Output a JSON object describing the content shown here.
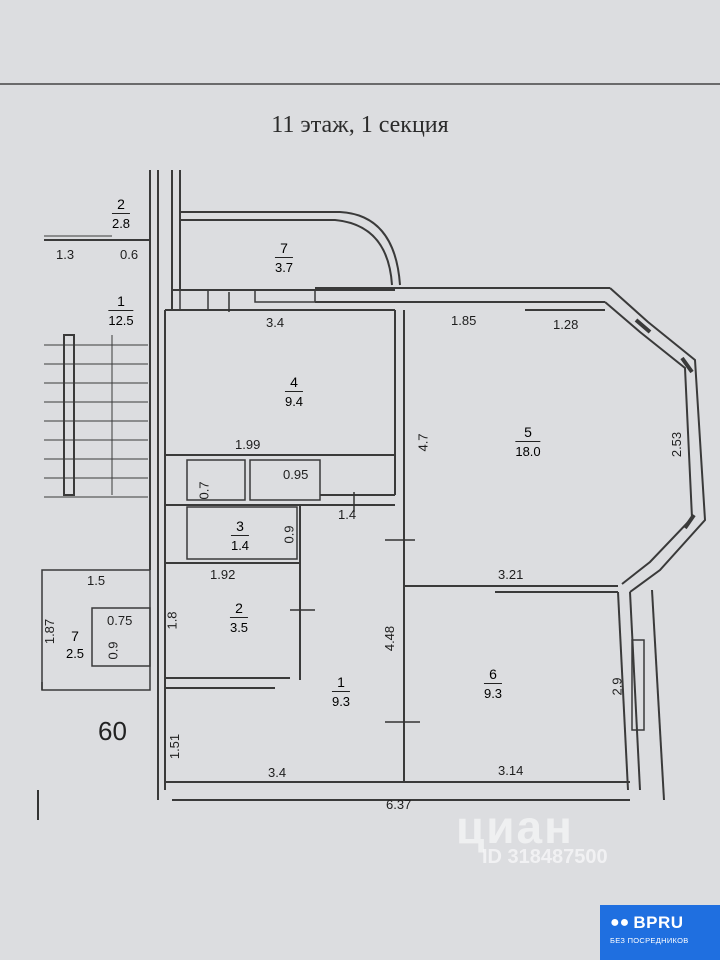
{
  "title": "11 этаж, 1 секция",
  "stairs": {
    "room2": {
      "num": "2",
      "area": "2.8"
    },
    "dim_1_3": "1.3",
    "dim_0_6": "0.6",
    "room1": {
      "num": "1",
      "area": "12.5"
    }
  },
  "balcony": {
    "num": "7",
    "area": "3.7",
    "dim_bottom": "3.4"
  },
  "rooms": [
    {
      "num": "4",
      "area": "9.4"
    },
    {
      "num": "5",
      "area": "18.0"
    },
    {
      "num": "3",
      "area": "1.4"
    },
    {
      "num": "2",
      "area": "3.5"
    },
    {
      "num": "1",
      "area": "9.3"
    },
    {
      "num": "6",
      "area": "9.3"
    }
  ],
  "closet": {
    "num": "7",
    "area": "2.5",
    "dim_top": "1.5",
    "dim_side": "1.87",
    "dim_inner_w": "0.75",
    "dim_inner_h": "0.9"
  },
  "dims": {
    "d_1_85": "1.85",
    "d_1_28": "1.28",
    "d_2_53": "2.53",
    "d_4_7": "4.7",
    "d_1_99": "1.99",
    "d_0_7": "0.7",
    "d_0_95": "0.95",
    "d_1_4": "1.4",
    "d_0_9": "0.9",
    "d_1_92": "1.92",
    "d_1_8": "1.8",
    "d_4_48": "4.48",
    "d_3_21": "3.21",
    "d_2_9": "2.9",
    "d_1_51": "1.51",
    "d_3_4": "3.4",
    "d_3_14": "3.14",
    "d_6_37": "6.37"
  },
  "side_mark": "60",
  "watermark": {
    "brand": "циан",
    "id": "ID 318487500"
  },
  "badge": {
    "brand": "BPRU",
    "tagline": "БЕЗ ПОСРЕДНИКОВ"
  }
}
